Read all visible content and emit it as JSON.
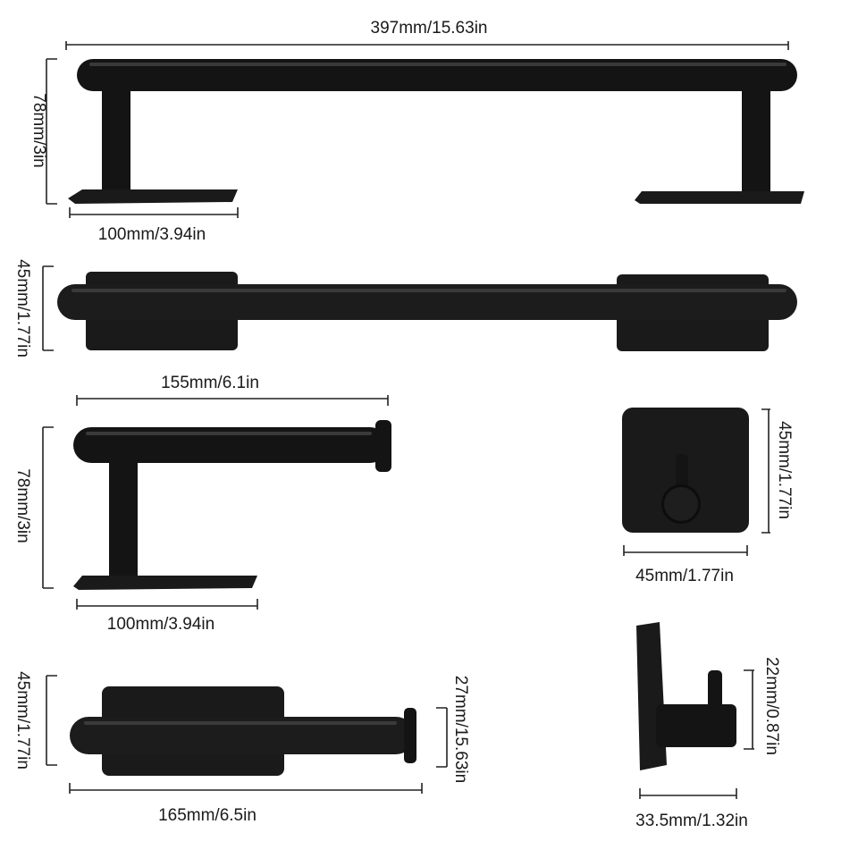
{
  "dimensions": {
    "towel_bar_top_width": "397mm/15.63in",
    "towel_bar_top_height": "78mm/3in",
    "towel_bar_top_base": "100mm/3.94in",
    "towel_bar_front_height": "45mm/1.77in",
    "paper_holder_side_width": "155mm/6.1in",
    "paper_holder_side_height": "78mm/3in",
    "paper_holder_side_base": "100mm/3.94in",
    "paper_holder_front_height": "45mm/1.77in",
    "paper_holder_front_bar": "27mm/15.63in",
    "paper_holder_front_width": "165mm/6.5in",
    "hook_front_height": "45mm/1.77in",
    "hook_front_width": "45mm/1.77in",
    "hook_side_height": "22mm/0.87in",
    "hook_side_width": "33.5mm/1.32in"
  }
}
